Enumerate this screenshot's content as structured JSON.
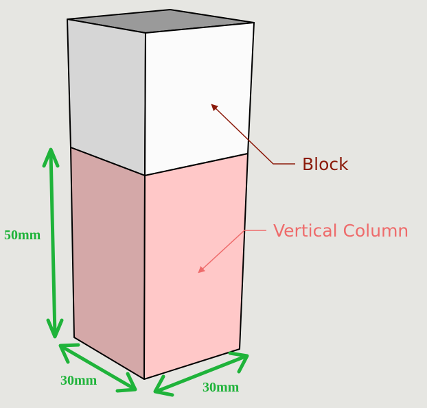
{
  "callouts": {
    "block": {
      "text": "Block",
      "color": "#8b1a0a"
    },
    "column": {
      "text": "Vertical Column",
      "color": "#ee6b6b"
    }
  },
  "dimensions": {
    "height": "50mm",
    "width_left": "30mm",
    "width_right": "30mm",
    "color": "#1fb33a"
  },
  "colors": {
    "background": "#e6e6e2",
    "block_top": "#9a9a9a",
    "block_left": "#d6d6d6",
    "block_right": "#fbfbfb",
    "column_left": "#d4a8a8",
    "column_right": "#ffc8c8",
    "edge": "#000000"
  }
}
